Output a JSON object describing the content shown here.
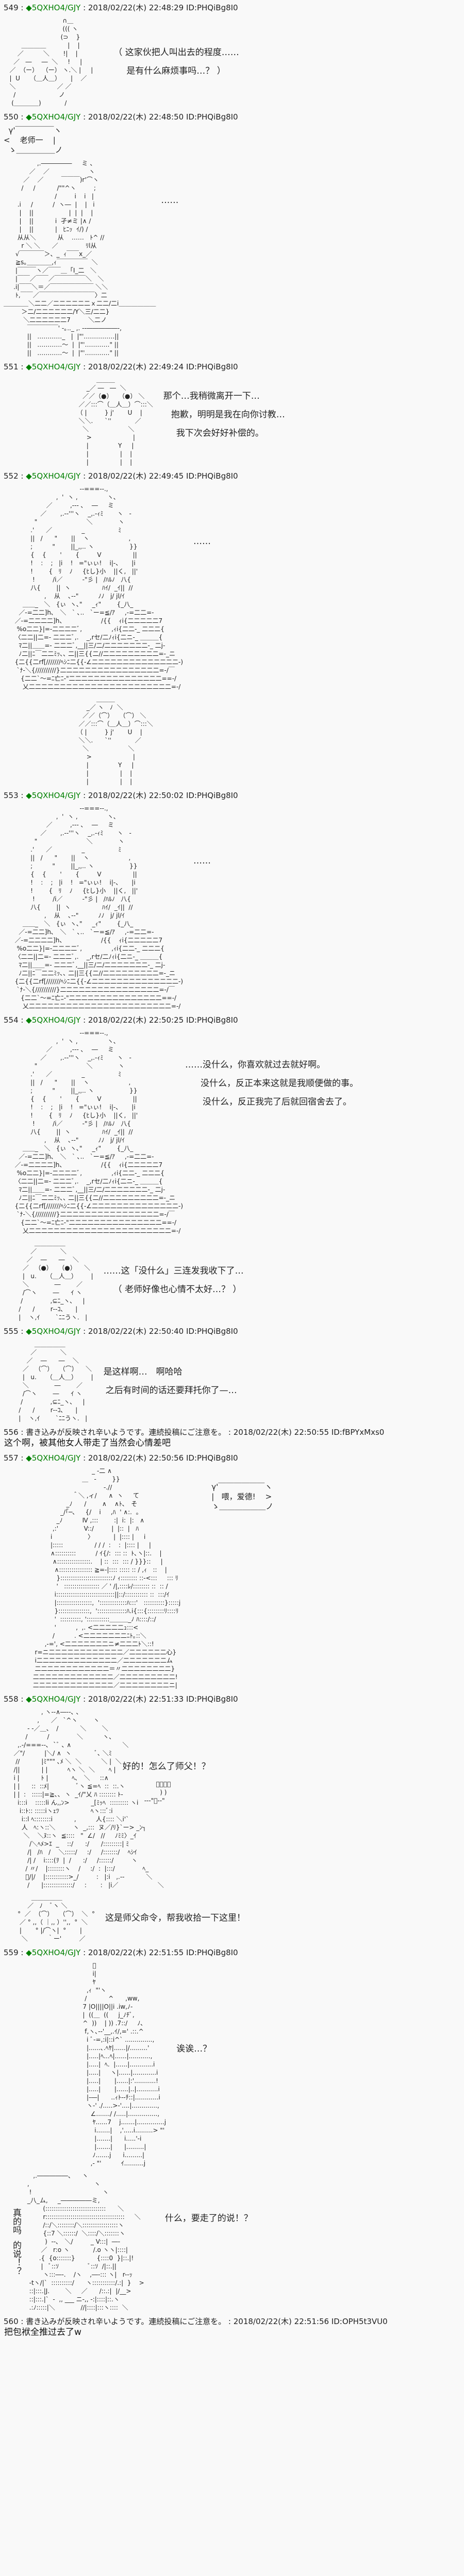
{
  "colors": {
    "background": "#f9f9f9",
    "trip_name": "#008000",
    "text": "#222222"
  },
  "posts": [
    {
      "num": "549",
      "sep": " : ",
      "name": "◆5QXHO4/GJY",
      "date": " : 2018/02/22(木) 22:48:29 ID:PHQiBg8I0",
      "lines": [
        "（ 这家伙把人叫出去的程度……",
        "是有什么麻烦事吗…？ ）"
      ]
    },
    {
      "num": "550",
      "sep": " : ",
      "name": "◆5QXHO4/GJY",
      "date": " : 2018/02/22(木) 22:48:50 ID:PHQiBg8I0",
      "bubble": [
        "  γ'￣￣￣￣￣ヽ",
        "<    老师一    |",
        "  ゝ＿＿＿＿＿ノ"
      ],
      "lines": [
        "……"
      ]
    },
    {
      "num": "551",
      "sep": " : ",
      "name": "◆5QXHO4/GJY",
      "date": " : 2018/02/22(木) 22:49:24 ID:PHQiBg8I0",
      "lines": [
        "那个…我稍微离开一下…",
        "抱歉，明明是我在向你讨教…",
        "我下次会好好补偿的。"
      ]
    },
    {
      "num": "552",
      "sep": " : ",
      "name": "◆5QXHO4/GJY",
      "date": " : 2018/02/22(木) 22:49:45 ID:PHQiBg8I0",
      "lines": [
        "……"
      ]
    },
    {
      "num": "553",
      "sep": " : ",
      "name": "◆5QXHO4/GJY",
      "date": " : 2018/02/22(木) 22:50:02 ID:PHQiBg8I0",
      "lines": [
        "……"
      ]
    },
    {
      "num": "554",
      "sep": " : ",
      "name": "◆5QXHO4/GJY",
      "date": " : 2018/02/22(木) 22:50:25 ID:PHQiBg8I0",
      "lines": [
        "……没什么，你喜欢就过去就好啊。",
        "没什么，反正本来这就是我顺便做的事。",
        "没什么，反正我完了后就回宿舍去了。",
        "……这「没什么」三连发我收下了…",
        "（ 老师好像也心情不太好…？ ）"
      ]
    },
    {
      "num": "555",
      "sep": " : ",
      "name": "◆5QXHO4/GJY",
      "date": " : 2018/02/22(木) 22:50:40 ID:PHQiBg8I0",
      "lines": [
        "是这样啊…　啊哈哈",
        "之后有时间的话还要拜托你了—…"
      ]
    },
    {
      "num": "556",
      "sep": " : ",
      "name": "書き込みが反映され辛いようです。連続投稿にご注意を。",
      "date": " : 2018/02/22(木) 22:50:55 ID:fBPYxMxs0",
      "reply": "这个啊，被其他女人带走了当然会心情差吧"
    },
    {
      "num": "557",
      "sep": " : ",
      "name": "◆5QXHO4/GJY",
      "date": " : 2018/02/22(木) 22:50:56 ID:PHQiBg8I0",
      "bubble": [
        "γ'￣￣￣￣￣￣ヽ",
        "|   喂，爱德!    >",
        "ゝ＿＿＿＿＿＿ノ"
      ]
    },
    {
      "num": "558",
      "sep": " : ",
      "name": "◆5QXHO4/GJY",
      "date": " : 2018/02/22(木) 22:51:33 ID:PHQiBg8I0",
      "lines": [
        "好的！怎么了师父！？",
        "这是师父命令，帮我收拾一下这里！"
      ]
    },
    {
      "num": "559",
      "sep": " : ",
      "name": "◆5QXHO4/GJY",
      "date": " : 2018/02/22(木) 22:51:55 ID:PHQiBg8I0",
      "lines": [
        "诶诶…？",
        "什么，要走了的说！？"
      ],
      "vertical": [
        "真的吗",
        "的说！？"
      ]
    },
    {
      "num": "560",
      "sep": " : ",
      "name": "書き込みが反映され辛いようです。連続投稿にご注意を。",
      "date": " : 2018/02/22(木) 22:51:56 ID:OPH5t3VU0",
      "reply": "把包袱全推过去了w"
    }
  ],
  "art": {
    "creature_point": [
      "                              ∩＿",
      "                              ((( ヽ",
      "                             (⊃    }",
      "         ＿＿＿＿           |    |",
      "       ／          ＼       !|    |",
      "     ／   ―     ―  ＼     !     |",
      "   ／  （ー）  （ー） ヽ.＼ |     |",
      "   |  U     （＿人＿）     |    ／",
      "   ＼                     ／ ／",
      "     /                      ノ",
      "    (＿＿＿＿)            /"
    ],
    "girl_table": [
      "                 ,.―――――     ミ 、",
      "             ／    ／                    ヽ",
      "          ／    ／         ￣￣￣)r'⌒ヽ",
      "         /     /           /\"\"^ヽ         ;",
      "                          /         i    i   |",
      "       .i     /          /  ヽ―  |    |   i",
      "        |    ||                  |  |  |    |",
      "        |    ||           i  孑≠ミ |∧ /",
      "        |    ||           |   ﾋﾆｯ  ｲ/) /",
      "       从从＼           从    ……   ﾄ^ //",
      "         r ＼ ＼      ／              ﾘl从",
      "      √￣￣￣￣＞、_  ｨ￣￣x_／",
      "      ≧s｡＿＿＿＿,ｨ￣￣￣￣￣  ＼",
      "      |￣￣￣ヽ／￣￣＿「I_二   ＼",
      "      |￣￣／￣￣／￣￣￣￣￣＼   ＼",
      "     .i|￣￣＼＝／￣￣￣￣￣￣￣ ＼＼",
      "      ﾄ,￣￣／￣￣￣￣￣￣￣￣￣〉二",
      "＿＿＿＿＼二二／二二二二二二ｘ二二/二i＿＿＿＿＿＿",
      "         ＞二/二二二二二二/Y＼三/二二}",
      "          ＼二二二二二二7         ＼二ノ",
      "            ￣￣￣￣￣' -｡.._ ,. --―――――-,",
      "            ||   …………_   |  |\"'……………||",
      "            ||   …………～  |  |\"'…………\" ||",
      "            ||   …………～  |  |\"'…………\" ||"
    ],
    "creature_cover": [
      "                 ＿＿＿",
      "            _／ ―   ―  ＼",
      "          ／／（●）   （●） ＼",
      "        ／／:::⌒（＿人＿）⌒:::＼",
      "       （ |         } j'       U    |",
      "        ＼＼.      `''            ／",
      "          ＼                    ＼",
      "            >                     |",
      "            |               Y     |",
      "            |                |    |",
      "            |                |    |"
    ],
    "creature_cover_closed": [
      "                 ＿＿＿",
      "            _／ ヽ   ﾉ  ＼",
      "          ／／（⌒）   （⌒） ＼",
      "        ／／:::⌒（＿人＿）⌒:::＼",
      "       （ |         } j'       U    |",
      "        ＼＼.      `''            ／",
      "          ＼                    ＼",
      "            >                     |",
      "            |               Y     |",
      "            |                |    |",
      "            |                |    |"
    ],
    "girl_face": [
      "                                   --===--.,",
      "                       ,  '  ヽ ,               ヽ､",
      "                  ／         ,-‐‐ ､    ―     ミ",
      "               ／       ,.-‐'''ヽ    _,.-ｨﾐ       ヽ   ‐",
      "            \"                         ＼             ヽ",
      "          .'      ／               _                 ﾐ",
      "          ||   /      \"       ||    ヽ                    ,",
      "          ;          \"        ||_,,.. ヽ                  }}",
      "          {    {       '       {         V                ||",
      "          !    :    ;   |i    !   =\"ぃぃ!    i|-、     |i",
      "          !        {   ﾘ    ﾉ     {ﾋし}小    ||く,   ||'",
      "           !         /i／          ‐\"彡 |   /ﾊﾙﾉ   八{",
      "          八{        ||  ヽ                ﾊｲ/  _ｲ||  //",
      "                 ,    从    ､-‐\"          ﾉﾉ   j/ jl/ｲ",
      "      ＿＿_   ＼   {ぃ  ヽ､\"     _ｨ\"        {_八_",
      "    ／-=二二]h､   ＼   ` ､..   `ー=≦/ｱ     ,-=二二=-",
      "  ／-=二二二二]h、                  /{{    ｨi{二二二二二7",
      "   %o二二}|=-二二二二ﾞ,               ,ｨi{二二‐_ 二二二{",
      "  〈二二||二=- 二二二ﾞ,.    _,rセ/二ﾉｨi{二ニ-_ ＿＿＿{",
      "    ﾏ二||＿＿=- 二二二ﾞ,__||三/二/二二二二二二二-_ 二j-",
      "    ﾉ二||ﾆ￣二二ﾐｯ､､ 二||三{{二//二二二二二二二二二=-_ニ",
      "  {二{{二rf[///////ﾍｼﾆ二{{-∠二二二二二二二二二二二二二二-)",
      "   `ﾅ-＼{//////////}二二二二二二二二二二二二二二二二=-/￣",
      "     {二二`～=ﾆ亡ﾆ-\"二二二二二二二二二二二二二二二==-/",
      "      乂二二二二二二二二二二二二二二二二二二二二二二二=-/"
    ],
    "creature_hold": [
      "            ＿＿＿＿＿",
      "          ／            ＼",
      "        ／    ―      ―    ＼",
      "      ／   （●）   （●）    ＼",
      "      |   u.     （＿人＿）       |",
      "      ＼             ―        ／",
      "      /⌒ヽ        ―      ｲ ヽ",
      "     /              ,⊆ﾆ_ヽ､     |",
      "    /      /        r‐‐ｺ､      |",
      "    |    ヽ,ｲ        `ﾆﾆうヽ.   |"
    ],
    "creature_hold_smile": [
      "            ＿＿＿＿＿",
      "          ／            ＼",
      "        ／    ―      ―    ＼",
      "      ／   （⌒）   （⌒）    ＼",
      "      |   u.     （＿人＿）       |",
      "      ＼             ―        ／",
      "      /⌒ヽ        ―      ｲ ヽ",
      "     /              ,⊆ﾆ_ヽ､     |",
      "    /      /        r‐‐ｺ､      |",
      "    |    ヽ,ｲ        `ﾆﾆうヽ.   |"
    ],
    "ed_hit": [
      "                                     _ -二 ∧",
      "                                ＿   -        }}",
      "                                           -.//",
      "                           ＾＼ ,ィ/      ∧  ヽ     て",
      "                        _ﾉ      /        ∧    ∧ﾄ､   そ",
      "                     _/｢─､     {/    i     ,ﾊ  ' ∧:.  。",
      "                   _ﾉ          Ⅳ ,:::        :|  i:  |:   ∧",
      "                 ,:'             V::/         |  |::  |   ﾊ",
      "                i                  〉          |  |:::: |     i",
      "                |:::::                / / /  :    :  |:::: |     |",
      "                ∧::::::::::          / ｲ{/:  ::: ::  ﾄ､ヽ|::.    |",
      "                 ∧::::::::::::::::.    | ::  :::  ::: / }}}::     |",
      "                  ∧:::::::::::::::: ≧=-|:::: ::::: :: / ,ｨ   ::    |",
      "                   }:::::::::::::::::::::::::ﾉ ｨ:::::::: ::-<:::     ::: ﾘ",
      "                   '   ::::::::::::::::: ／ ' /|,::::ﾚ/:::::::: ::  :: /",
      "                  i::::::::::::::::::::::::::::||::/::::::::::: ::  :::/ｲ",
      "                  |:::::::::::::::::,  ':::::::::::::ﾊ:::'   ::::::::::}:::::j",
      "                  }:::::::::::::::,  '::::::::::::::ﾊ.i{:::{::::::::ﾘ::::ﾘ",
      "                  '  ::::::::::, ':::::::::::＿＿＿_ﾉ ﾊ::::/::/",
      "                  '          ,  ,. <二二二二二ｭ:::<",
      "                 /          . <二二二二二二二ﾆﾄ｡::＼",
      "             ,-=', <二二二二二二二ニ≠二二二ﾄ＼::!",
      "        r=ニ二二二二二二二二二二二二／二二二二二二心}",
      "        i二二二二二二二二二二二二二／二二二二二二二ム",
      "        二二二二二二二二二二二二＝〃二二二二二二二二}",
      "       二二二二二二二二二二二二二／二二二二二二二二二!",
      "       二二二二二二二二二二二二二／二二二二二二二二ニ|"
    ],
    "master": [
      "                 , ヽ--∧―‐-､ 、",
      "               ,      ／   `^ヽ        ヽ",
      "          - -／＿、  /           ＼        ＼",
      "         /          /              ＼          ヽ、",
      "     ,.-/===--､  `ﾞ ､ ∧                          ＼",
      "   ／\"/          |＼/ ∧  ヽ            ﾞ､ ＼ﾐ",
      "    //           |ﾐ\"\"\" ､ﾒ ＼  ＼          ＼ |  ＼",
      "   /||           | |          ﾍヽ ＼  ＼       ﾍ |",
      "   i |           ﾄ |            ﾍ､   ＼     ::∧",
      "   | |      ::  ::ﾒ|              ﾞヽ ≦=ﾍ  ::  ::.ヽ",
      "   | |  :   :::::|=≧､､  ヽ  _ｲ/\"乂 ﾊ :::::::: ﾄ-",
      "     i:::i    :::::li ん,,ﾝ>           _[ﾐｯﾍ  ::::::::: ヽi",
      "      i::ﾄ:: :::::iヽｪﾂ                ﾍヽ:::ﾞ:i",
      "       i::l ﾍ::::::::i           ,          人{:::: ＼i'`",
      "       人   ﾍ:ヽ::＼         ヽ  _,:::  ヌ／/ﾘ}`ー> _ﾝ┐",
      "        ＼    ＼ﾇ::ヽ  ≦::::   \"  ∠/   //     ﾉﾐﾐ〉_ｲ",
      "           /＼ﾍﾒ>ｴ  _    ::/      :/      /:::::::::| ﾐ",
      "          /|   /ﾊ   /    ＼:::::/     :/     /:::::::/    ﾍｼｲ",
      "          /| /    i::::(ｦ  |  /      :/     /::::::/         ヽ",
      "         / 〃/    |::::::::ヽ    /     :/  :  |:::/              ﾍ_",
      "         ﾞ/|/    |:::::::::::>_/         :   |:i   ,.--           ＼",
      "          /      |::::::::::::::/     :       :   |i／                    ＼"
    ],
    "master_steam": [
      "                 ﾞ､ﾞ､",
      "                   ) )",
      "           --‐\"ﾞ--\""
    ],
    "creature_shock": [
      "            ＿＿＿＿＿",
      "          ／   ﾉ    ﾞヽ ＼",
      "     °  ／  （⌒）   （⌒）  ＼  °",
      "      ／ ° ,,（ ｜,, ）'',,  °  ＼",
      "      |       ° |/⌒ヽ|  °       |",
      "       ＼          ｀ー'         ／"
    ],
    "ed_stand": [
      "                   ﾞ",
      "                   i|",
      "                   ﾔ",
      "                ,ｨ  \"'ヽ",
      "               /           ^      ,ww,",
      "              7 |O||||O||i .iw,ﾉ-",
      "              |  ((＿  ((     j_ﾉﾁﾞ,",
      "              ^  ))    | )) .7::/     ﾉ､",
      "               f,ヽ､-‐'__,.ｲ/,=' .::.^",
      "                i ﾞ-=,:i|::i^` ..............,",
      "                |......､.ﾍﾔ|......|/.........'",
      "                |.....|ﾍ...ﾍ|......|...........,",
      "                |.....|  ﾍ.  |......|............i",
      "                |.....|     ヽ|......|............i",
      "                |.....|       |......|:'...........!",
      "                |.....|       |......|..|...........i",
      "                |-―|      ..ｨﾄ--ﾁ::|............i",
      "                ヽ-' ./.....>-'....|.............,",
      "                  ∠......./ /.....|...............,",
      "                   ﾔ......7    j.......|..............j",
      "                    i.......|    ,'.....i.........> \"'",
      "                    |.......|      i.....'‐i",
      "                    |.......|      |.........|",
      "                   ﾉ.......j      i.........|",
      "                  ,- \"'          ｲ..........j"
    ],
    "nyaruko": [
      "    ,.―――――、    ヽ",
      " ,                                 ヽ",
      "  !                                    ヽ",
      " _八_ム,     _―――――ミ,",
      "         (:::::::::::::::::::::::::::::      ＼",
      "         r::::::::::::::::::::::::::::::::::::::     ＼",
      "         /::/＼::::::::/＼:::::::::::::::::ヽ",
      "         {::7 ＼::::::/  ＼::::/＼:::::::ヽ",
      "          )  --､   ＼/         _ V:::|  ―-",
      "        ／   r:o ヽ            /.o ヽヽ|::::|",
      "       .{  {o:::::::}           {::::0  }|::.|!",
      "        |   ﾞ::ｿ               ﾞ::ｿ  /|::.||",
      "         ヽ:::―-.    /ヽ    ,―-::: ヽ|   r--ｯ",
      "  -tヽ/|`  ::::::::::/      ヽ:::::::::::/.:|  }    >",
      "  ::|:::.|J.        ＼     ／      /::.:|  |/__>",
      "  ::|:::.|`  -  ,, ___ ニ-,, -:|::::|::.ヽ",
      "  .:ﾉ:::::|＼             //|::::|:::ヽ::::  ＼"
    ]
  }
}
